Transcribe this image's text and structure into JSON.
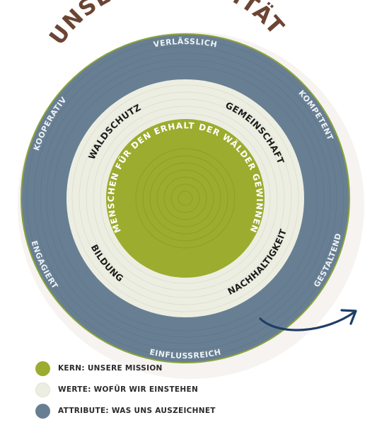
{
  "title": "UNSERE IDENTITÄT",
  "colors": {
    "title": "#6b4433",
    "attribute_ring": "#687f93",
    "attribute_border": "#8aa33a",
    "value_ring": "#edeee2",
    "core": "#9cac2e",
    "arrow": "#1d3e66",
    "backdrop": "#eeeae3"
  },
  "attributes": [
    "VERLÄSSLICH",
    "KOMPETENT",
    "GESTALTEND",
    "EINFLUSSREICH",
    "ENGAGIERT",
    "KOOPERATIV"
  ],
  "values": [
    "WALDSCHUTZ",
    "GEMEINSCHAFT",
    "NACHHALTIGKEIT",
    "BILDUNG"
  ],
  "core": {
    "text": "MENSCHEN FÜR DEN ERHALT DER WÄLDER GEWINNEN"
  },
  "legend": [
    {
      "label": "KERN: UNSERE MISSION",
      "color": "#9cac2e"
    },
    {
      "label": "WERTE: WOFÜR WIR EINSTEHEN",
      "color": "#edeee2"
    },
    {
      "label": "ATTRIBUTE: WAS UNS AUSZEICHNET",
      "color": "#687f93"
    }
  ]
}
